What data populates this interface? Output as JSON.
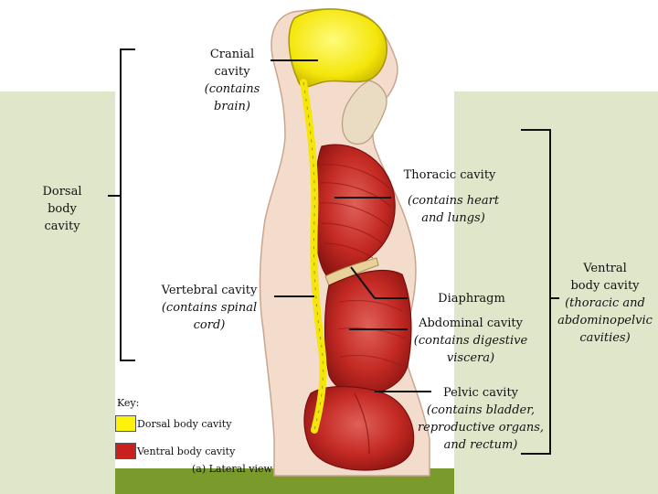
{
  "labels": {
    "cranial_title": "Cranial",
    "cranial_title2": "cavity",
    "cranial_sub1": "(contains",
    "cranial_sub2": "brain)",
    "thoracic_title": "Thoracic cavity",
    "thoracic_sub1": "(contains heart",
    "thoracic_sub2": "and lungs)",
    "dorsal1": "Dorsal",
    "dorsal2": "body",
    "dorsal3": "cavity",
    "vertebral_title": "Vertebral cavity",
    "vertebral_sub1": "(contains spinal",
    "vertebral_sub2": "cord)",
    "diaphragm": "Diaphragm",
    "abdominal_title": "Abdominal cavity",
    "abdominal_sub1": "(contains digestive",
    "abdominal_sub2": "viscera)",
    "pelvic_title": "Pelvic cavity",
    "pelvic_sub1": "(contains bladder,",
    "pelvic_sub2": "reproductive organs,",
    "pelvic_sub3": "and rectum)",
    "ventral1": "Ventral",
    "ventral2": "body cavity",
    "ventral_sub1": "(thoracic and",
    "ventral_sub2": "abdominopelvic",
    "ventral_sub3": "cavities)"
  },
  "key": {
    "title": "Key:",
    "dorsal_label": "Dorsal body cavity",
    "ventral_label": "Ventral body cavity",
    "caption": "(a) Lateral view"
  },
  "colors": {
    "dorsal": "#fdf20a",
    "ventral": "#c8201e",
    "accent": "#7a9a2c"
  }
}
